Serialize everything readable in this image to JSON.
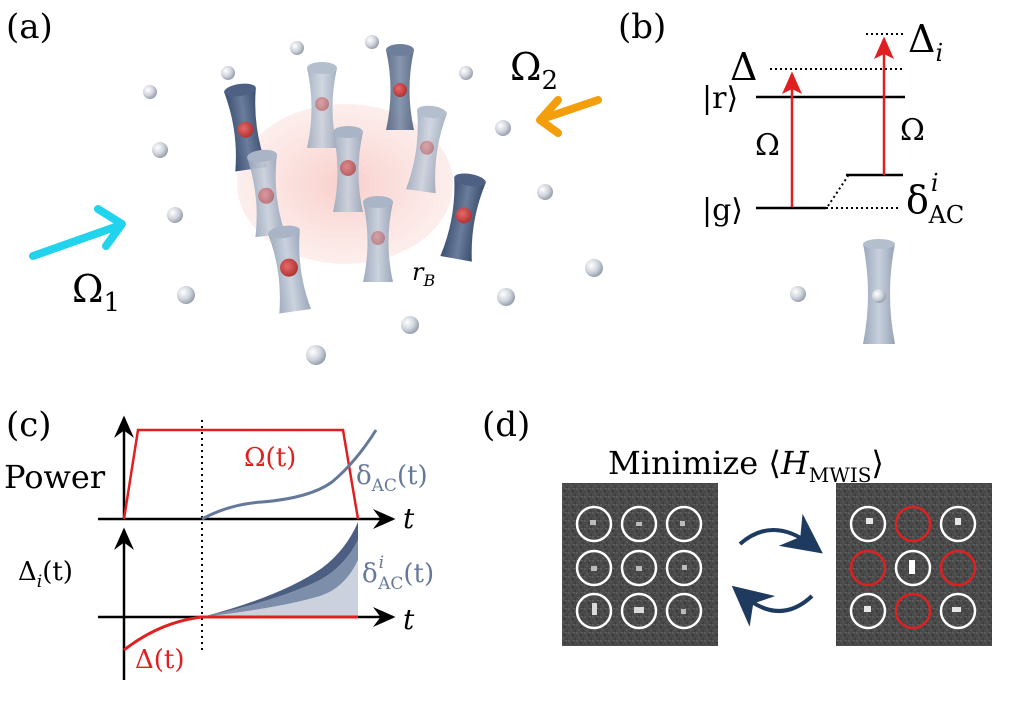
{
  "panels": {
    "a": {
      "label": "(a)",
      "omega1": "Ω",
      "omega1_sub": "1",
      "omega2": "Ω",
      "omega2_sub": "2",
      "rb": "r",
      "rb_sub": "B"
    },
    "b": {
      "label": "(b)",
      "delta": "Δ",
      "delta_i": "Δ",
      "delta_i_sub": "i",
      "ket_r": "|r⟩",
      "ket_g": "|g⟩",
      "omega_left": "Ω",
      "omega_right": "Ω",
      "delta_ac": "δ",
      "delta_ac_sup": "i",
      "delta_ac_sub": "AC"
    },
    "c": {
      "label": "(c)",
      "power_label": "Power",
      "omega_t": "Ω(t)",
      "delta_ac_t": "δ",
      "delta_ac_t_sub": "AC",
      "delta_ac_t_arg": "(t)",
      "t_axis_top": "t",
      "delta_i_label": "Δ",
      "delta_i_label_sub": "i",
      "delta_i_label_arg": "(t)",
      "delta_ac_i": "δ",
      "delta_ac_i_sup": "i",
      "delta_ac_i_sub": "AC",
      "delta_ac_i_arg": "(t)",
      "t_axis_bottom": "t",
      "delta_t": "Δ(t)"
    },
    "d": {
      "label": "(d)",
      "title_prefix": "Minimize ⟨",
      "title_h": "H",
      "title_sub": "MWIS",
      "title_suffix": "⟩"
    }
  },
  "colors": {
    "red": "#e02020",
    "cyan": "#22d3ee",
    "orange": "#f59e0b",
    "tweezer": "#8b9bb5",
    "slate": "#66789a",
    "navy": "#1e3a5f",
    "pink": "#f9d5d2"
  }
}
